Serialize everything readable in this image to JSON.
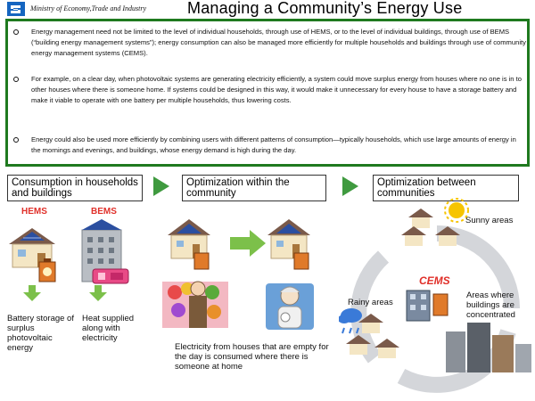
{
  "header": {
    "ministry": "Ministry of Economy,Trade and Industry",
    "title": "Managing a Community’s Energy Use"
  },
  "bullets": [
    "Energy management need not be limited to the level of individual households, through use of HEMS, or to the level of individual buildings, through use of BEMS (“building energy management systems”); energy consumption can also be managed more efficiently for multiple households and buildings through use of community energy management systems (CEMS).",
    "For example, on a clear day, when photovoltaic systems are generating electricity efficiently, a system could move surplus energy from houses where no one is in to other houses where there is someone home. If systems could be designed in this way, it would make it unnecessary for every house to have a storage battery and make it viable to operate with one battery per multiple households, thus lowering costs.",
    "Energy could also be used more efficiently by combining users with different patterns of consumption—typically households, which use large amounts of energy in the mornings and evenings, and buildings, whose energy demand is high during the day."
  ],
  "sections": {
    "s1": {
      "title": "Consumption in households and buildings",
      "hems": "HEMS",
      "bems": "BEMS",
      "caption_left": "Battery storage of surplus photovoltaic energy",
      "caption_right": "Heat supplied along with electricity"
    },
    "s2": {
      "title": "Optimization within the community",
      "caption": "Electricity from houses that are empty for the day is consumed where there is someone at home"
    },
    "s3": {
      "title": "Optimization between communities",
      "sunny": "Sunny areas",
      "cems": "CEMS",
      "rainy": "Rainy areas",
      "areas": "Areas where buildings are concentrated"
    }
  },
  "colors": {
    "accent_green": "#1f7a1f",
    "arrow_green": "#3f9a3f",
    "label_red": "#e0302a"
  }
}
